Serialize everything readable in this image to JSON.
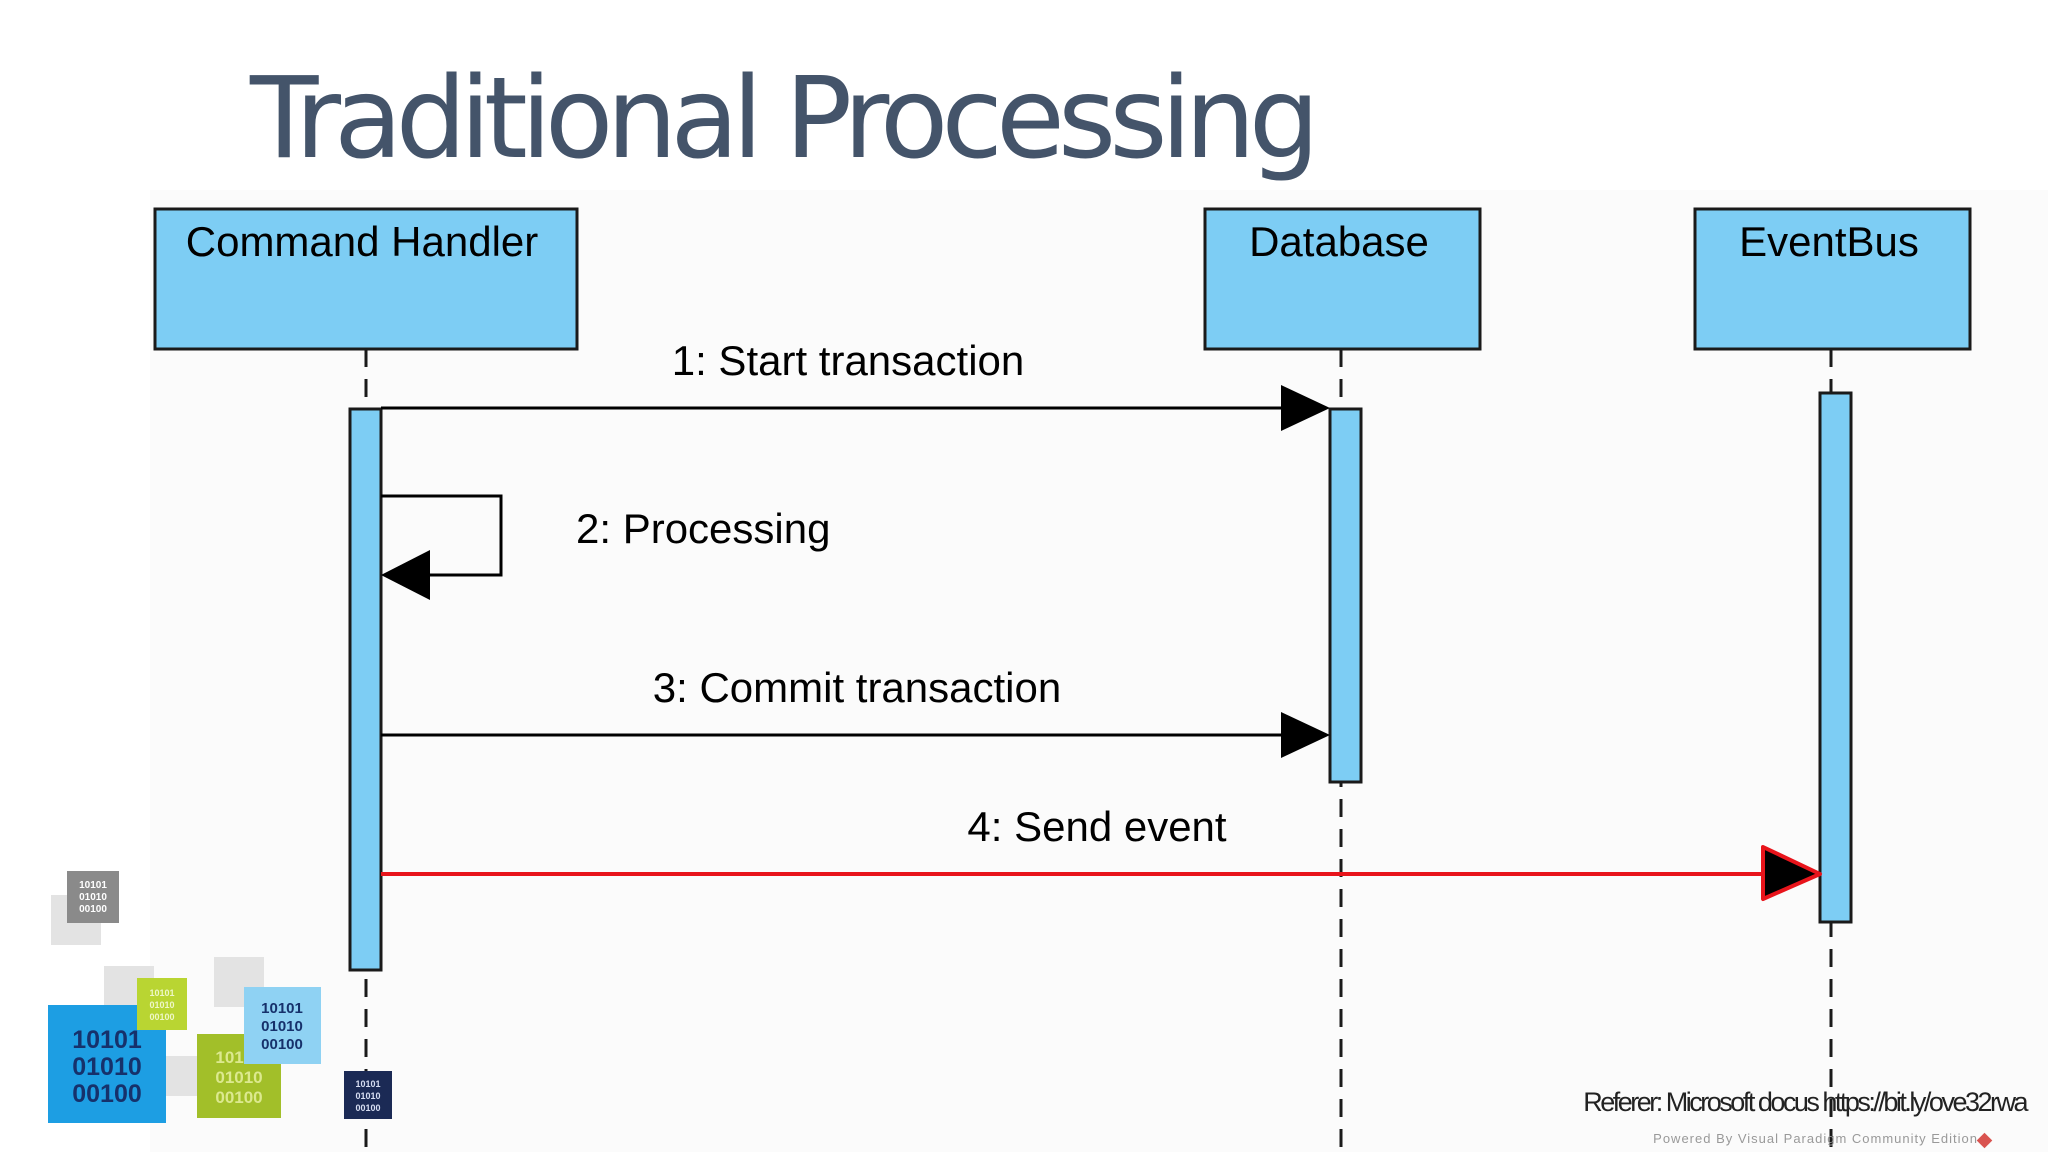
{
  "slide": {
    "title": "Traditional Processing"
  },
  "lifelines": [
    {
      "label": "Command Handler"
    },
    {
      "label": "Database"
    },
    {
      "label": "EventBus"
    }
  ],
  "messages": [
    {
      "label": "1: Start transaction",
      "color": "#000000"
    },
    {
      "label": "2: Processing",
      "color": "#000000"
    },
    {
      "label": "3: Commit transaction",
      "color": "#000000"
    },
    {
      "label": "4: Send event",
      "color": "#e8141b"
    }
  ],
  "decoration": {
    "binary_lines": [
      "10101",
      "01010",
      "00100"
    ]
  },
  "footer": {
    "credit": "Referer: Microsoft docus https://bit.ly/ove32rwa",
    "powered_by": "Powered By  Visual Paradigm Community Edition"
  },
  "colors": {
    "title": "#44546a",
    "lifeline_fill": "#7dcdf4",
    "highlight_message": "#e8141b"
  }
}
